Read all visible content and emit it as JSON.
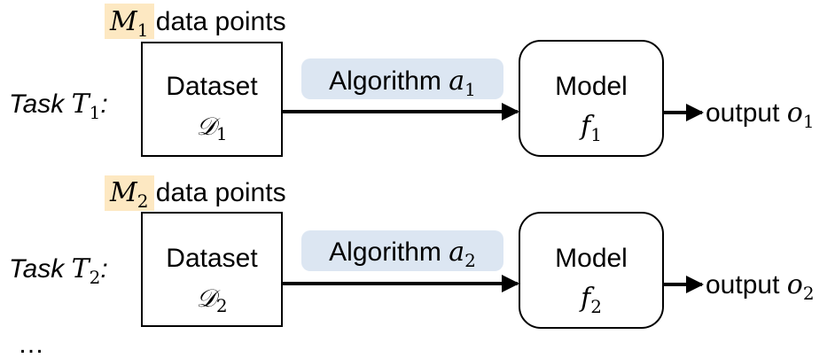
{
  "rows": [
    {
      "task": {
        "prefix": "Task ",
        "symbol": "T",
        "sub": "1",
        "suffix": ":"
      },
      "data_points": {
        "symbol": "M",
        "sub": "1",
        "label": " data points"
      },
      "dataset": {
        "title": "Dataset",
        "symbol": "𝒟",
        "sub": "1"
      },
      "algorithm": {
        "label": "Algorithm ",
        "symbol": "a",
        "sub": "1"
      },
      "model": {
        "title": "Model",
        "symbol": "f",
        "sub": "1"
      },
      "output": {
        "label": "output ",
        "symbol": "o",
        "sub": "1"
      }
    },
    {
      "task": {
        "prefix": "Task ",
        "symbol": "T",
        "sub": "2",
        "suffix": ":"
      },
      "data_points": {
        "symbol": "M",
        "sub": "2",
        "label": " data points"
      },
      "dataset": {
        "title": "Dataset",
        "symbol": "𝒟",
        "sub": "2"
      },
      "algorithm": {
        "label": "Algorithm ",
        "symbol": "a",
        "sub": "2"
      },
      "model": {
        "title": "Model",
        "symbol": "f",
        "sub": "2"
      },
      "output": {
        "label": "output ",
        "symbol": "o",
        "sub": "2"
      }
    }
  ],
  "ellipsis": "…",
  "colors": {
    "highlight": "#fde8c2",
    "algorithm_bg": "#dce6f2",
    "stroke": "#000000",
    "text": "#000000"
  }
}
